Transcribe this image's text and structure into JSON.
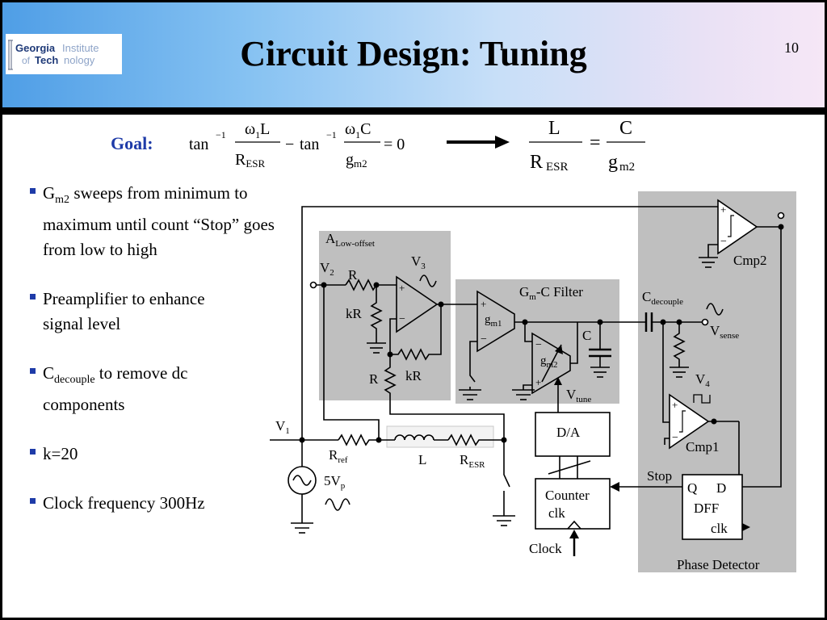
{
  "header": {
    "logo": {
      "line1a": "Georgia",
      "line1b": "Institute",
      "line2a": "of",
      "line2b": "Tech",
      "line2c": "nology"
    },
    "title": "Circuit Design: Tuning",
    "page_number": "10"
  },
  "goal": {
    "label": "Goal:",
    "tan": "tan",
    "inv": "−1",
    "minus": "−",
    "w1": "ω",
    "one": "1",
    "L": "L",
    "C": "C",
    "R": "R",
    "ESR": "ESR",
    "g": "g",
    "m2": "m2",
    "equals_zero": "= 0",
    "equals": "="
  },
  "bullets": [
    {
      "pre": "G",
      "sub": "m2",
      "post": " sweeps from minimum to maximum until count “Stop” goes from low to high"
    },
    {
      "pre": "Preamplifier to enhance signal level",
      "sub": "",
      "post": ""
    },
    {
      "pre": "C",
      "sub": "decouple",
      "post": " to remove dc components"
    },
    {
      "pre": "k=20",
      "sub": "",
      "post": ""
    },
    {
      "pre": "Clock frequency 300Hz",
      "sub": "",
      "post": ""
    }
  ],
  "circuit": {
    "a_lowoffset": {
      "main": "A",
      "sub": "Low-offset"
    },
    "v2": {
      "main": "V",
      "sub": "2"
    },
    "v3": {
      "main": "V",
      "sub": "3"
    },
    "v1": {
      "main": "V",
      "sub": "1"
    },
    "r": "R",
    "kr": "kR",
    "r2": "R",
    "kr2": "kR",
    "plus": "+",
    "minus": "−",
    "gmc_filter": {
      "pre": "G",
      "sub": "m",
      "post": "-C Filter"
    },
    "gm1": {
      "main": "g",
      "sub": "m1"
    },
    "gm2": {
      "main": "g",
      "sub": "m2"
    },
    "c": "C",
    "vtune": {
      "main": "V",
      "sub": "tune"
    },
    "cdecouple": {
      "main": "C",
      "sub": "decouple"
    },
    "vsense": {
      "main": "V",
      "sub": "sense"
    },
    "v4": {
      "main": "V",
      "sub": "4"
    },
    "cmp1": "Cmp1",
    "cmp2": "Cmp2",
    "da": "D/A",
    "counter": "Counter",
    "counter_clk": "clk",
    "clock": "Clock",
    "stop": "Stop",
    "dff_q": "Q",
    "dff_d": "D",
    "dff": "DFF",
    "dff_clk": "clk",
    "rref": {
      "main": "R",
      "sub": "ref"
    },
    "l": "L",
    "resr": {
      "main": "R",
      "sub": "ESR"
    },
    "source": {
      "main": "5V",
      "sub": "p"
    },
    "phase_detector": "Phase Detector"
  }
}
